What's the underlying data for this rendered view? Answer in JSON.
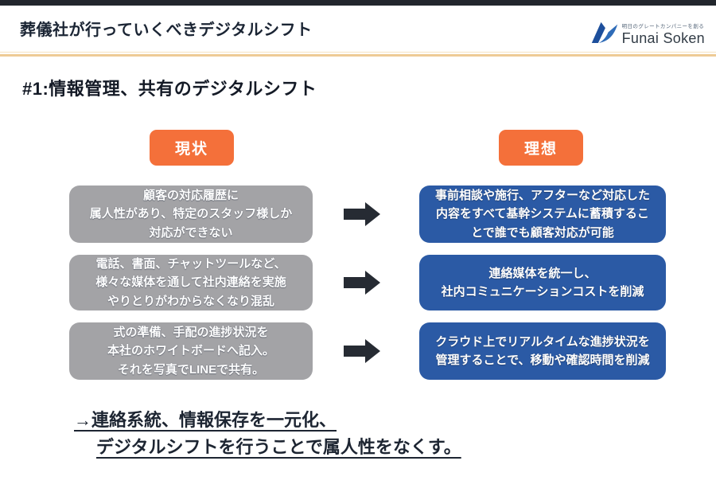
{
  "slide": {
    "title": "葬儀社が行っていくべきデジタルシフト",
    "heading": "#1:情報管理、共有のデジタルシフト"
  },
  "logo": {
    "tagline": "明日のグレートカンパニーを創る",
    "name": "Funai Soken"
  },
  "labels": {
    "current": "現状",
    "ideal": "理想"
  },
  "rows": [
    {
      "current": "顧客の対応履歴に\n属人性があり、特定のスタッフ様しか\n対応ができない",
      "ideal": "事前相談や施行、アフターなど対応した\n内容をすべて基幹システムに蓄積するこ\nとで誰でも顧客対応が可能"
    },
    {
      "current": "電話、書面、チャットツールなど、\n様々な媒体を通して社内連絡を実施\nやりとりがわからなくなり混乱",
      "ideal": "連絡媒体を統一し、\n社内コミュニケーションコストを削減"
    },
    {
      "current": "式の準備、手配の進捗状況を\n本社のホワイトボードへ記入。\nそれを写真でLINEで共有。",
      "ideal": "クラウド上でリアルタイムな進捗状況を\n管理することで、移動や確認時間を削減"
    }
  ],
  "conclusion": {
    "line1": "→連絡系統、情報保存を一元化、",
    "line2": "デジタルシフトを行うことで属人性をなくす。"
  },
  "colors": {
    "accent_orange": "#f4703a",
    "box_gray": "#a3a3a6",
    "box_blue": "#2b5aa5",
    "arrow_dark": "#262b33",
    "top_bar": "#22262d",
    "separator_tan": "#eecb96",
    "logo_blue_dark": "#1d4f9c",
    "logo_blue_light": "#2f6cb8"
  }
}
